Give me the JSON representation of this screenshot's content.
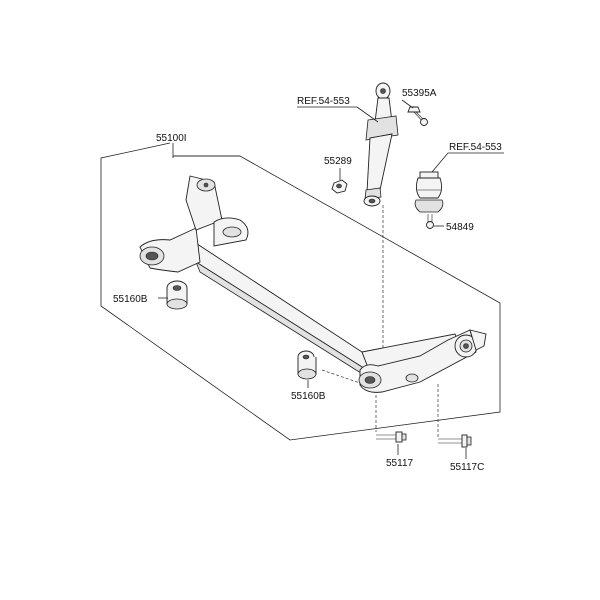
{
  "labels": {
    "p55100I": "55100I",
    "ref_left": "REF.54-553",
    "p55395A": "55395A",
    "p55289": "55289",
    "ref_right": "REF.54-553",
    "p54849": "54849",
    "p55160B_left": "55160B",
    "p55160B_bottom": "55160B",
    "p55117": "55117",
    "p55117C": "55117C"
  }
}
